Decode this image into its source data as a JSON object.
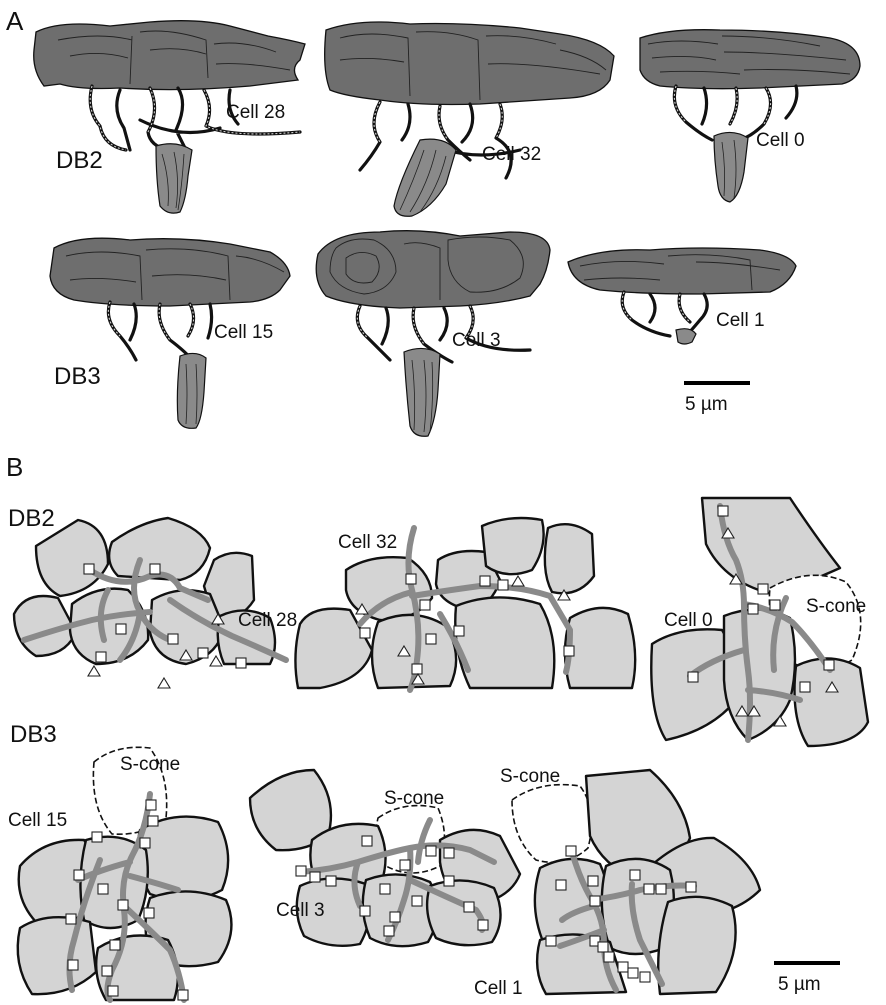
{
  "panels": {
    "a": {
      "label": "A",
      "classes": [
        "DB2",
        "DB3"
      ],
      "cells": [
        "Cell 28",
        "Cell 32",
        "Cell 0",
        "Cell 15",
        "Cell 3",
        "Cell 1"
      ],
      "scale_bar": "5 µm"
    },
    "b": {
      "label": "B",
      "classes": [
        "DB2",
        "DB3"
      ],
      "cells": [
        "Cell 28",
        "Cell 32",
        "Cell 0",
        "Cell 15",
        "Cell 3",
        "Cell 1"
      ],
      "s_cone": "S-cone",
      "scale_bar": "5 µm"
    }
  }
}
